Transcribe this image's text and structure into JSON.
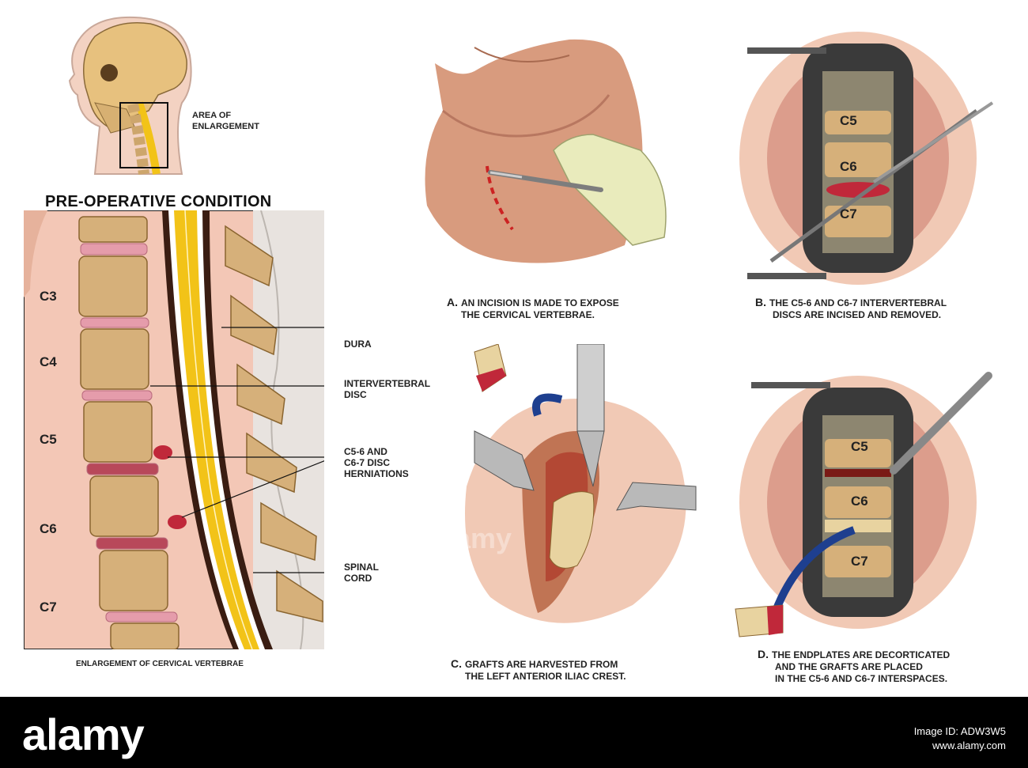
{
  "head_label": "AREA OF\nENLARGEMENT",
  "preop": {
    "title": "PRE-OPERATIVE CONDITION",
    "vertebra_labels": [
      "C3",
      "C4",
      "C5",
      "C6",
      "C7"
    ],
    "callouts": {
      "dura": "DURA",
      "disc": "INTERVERTEBRAL\nDISC",
      "herniation": "C5-6 AND\nC6-7 DISC\nHERNIATIONS",
      "cord": "SPINAL\nCORD"
    },
    "caption": "ENLARGEMENT OF CERVICAL VERTEBRAE"
  },
  "steps": [
    {
      "letter": "A.",
      "lines": [
        "AN INCISION IS MADE TO EXPOSE",
        "THE CERVICAL VERTEBRAE."
      ]
    },
    {
      "letter": "B.",
      "lines": [
        "THE C5-6 AND C6-7 INTERVERTEBRAL",
        "DISCS ARE INCISED AND REMOVED."
      ]
    },
    {
      "letter": "C.",
      "lines": [
        "GRAFTS ARE HARVESTED FROM",
        "THE LEFT ANTERIOR ILIAC CREST."
      ]
    },
    {
      "letter": "D.",
      "lines": [
        "THE ENDPLATES ARE DECORTICATED",
        "AND THE GRAFTS ARE PLACED",
        "IN THE C5-6 AND C6-7 INTERSPACES."
      ]
    }
  ],
  "panel_b_labels": [
    "C5",
    "C6",
    "C7"
  ],
  "panel_d_labels": [
    "C5",
    "C6",
    "C7"
  ],
  "footer": {
    "brand": "alamy",
    "watermark": "alamy",
    "image_id_label": "Image ID: ADW3W5",
    "site": "www.alamy.com"
  },
  "colors": {
    "bone": "#d9b77e",
    "cord": "#f2c318",
    "disc": "#e49aa9",
    "skin": "#f1c9b5",
    "herniation": "#c0283a"
  }
}
